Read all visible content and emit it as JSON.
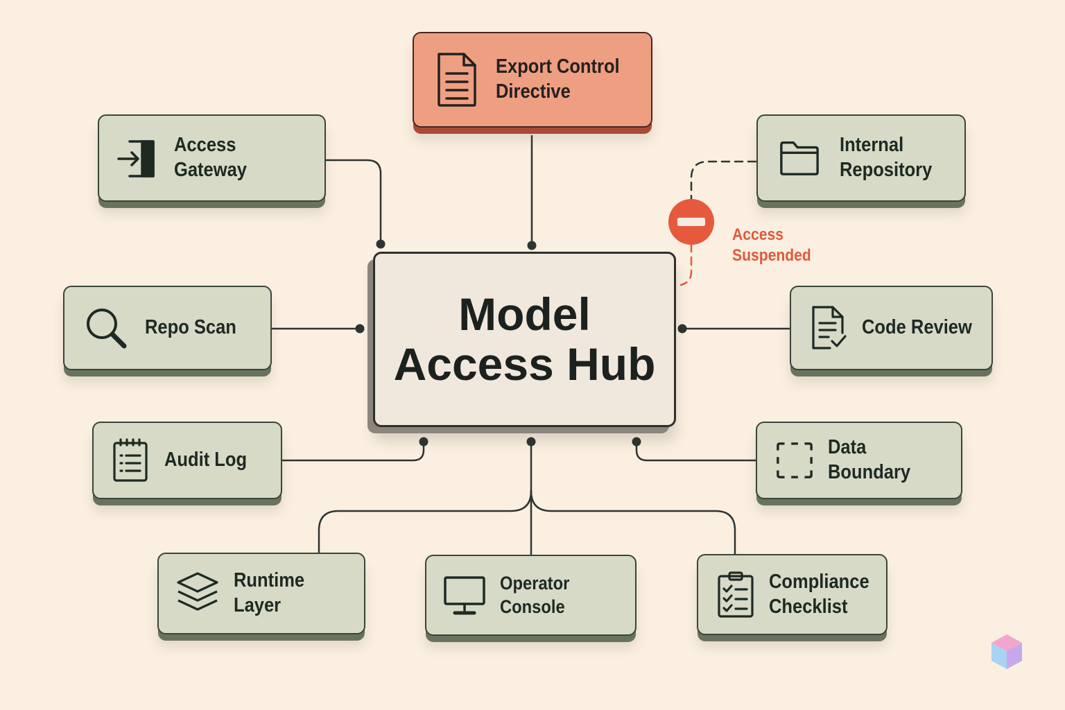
{
  "diagram": {
    "hub": {
      "label": "Model\nAccess Hub"
    },
    "nodes": [
      {
        "id": "export-control-directive",
        "label": "Export Control\nDirective",
        "icon": "document-icon",
        "variant": "alert"
      },
      {
        "id": "access-gateway",
        "label": "Access Gateway",
        "icon": "login-door-icon"
      },
      {
        "id": "internal-repository",
        "label": "Internal\nRepository",
        "icon": "folder-icon"
      },
      {
        "id": "repo-scan",
        "label": "Repo Scan",
        "icon": "magnifier-icon"
      },
      {
        "id": "code-review",
        "label": "Code Review",
        "icon": "document-check-icon"
      },
      {
        "id": "audit-log",
        "label": "Audit Log",
        "icon": "notepad-list-icon"
      },
      {
        "id": "data-boundary",
        "label": "Data Boundary",
        "icon": "dashed-square-icon"
      },
      {
        "id": "runtime-layer",
        "label": "Runtime Layer",
        "icon": "layers-icon"
      },
      {
        "id": "operator-console",
        "label": "Operator Console",
        "icon": "monitor-icon"
      },
      {
        "id": "compliance-checklist",
        "label": "Compliance\nChecklist",
        "icon": "clipboard-checklist-icon"
      }
    ],
    "suspended_link": {
      "from": "internal-repository",
      "to": "hub",
      "status_label": "Access\nSuspended",
      "icon": "minus-circle-icon"
    }
  },
  "colors": {
    "background": "#faefe1",
    "node_fill": "#d6dac7",
    "alert_fill": "#ee9f82",
    "hub_fill": "#f0e8dd",
    "wire": "#2e3430",
    "suspended": "#e05a3b"
  }
}
